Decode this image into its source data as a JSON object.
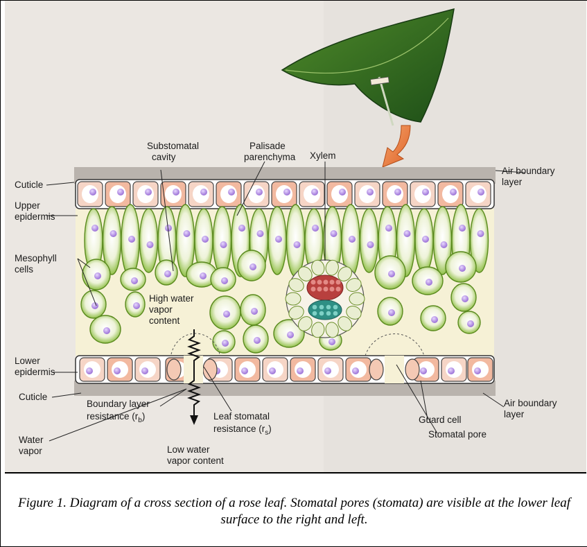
{
  "labels": {
    "substomatal": [
      "Substomatal",
      "cavity"
    ],
    "palisade": [
      "Palisade",
      "parenchyma"
    ],
    "xylem": "Xylem",
    "air_boundary_top": [
      "Air boundary",
      "layer"
    ],
    "cuticle_top": "Cuticle",
    "upper_epidermis": [
      "Upper",
      "epidermis"
    ],
    "mesophyll": [
      "Mesophyll",
      "cells"
    ],
    "high_water": [
      "High water",
      "vapor",
      "content"
    ],
    "lower_epidermis": [
      "Lower",
      "epidermis"
    ],
    "cuticle_bottom": "Cuticle",
    "boundary_resistance": [
      "Boundary layer",
      "resistance (r",
      "b",
      ")"
    ],
    "leaf_stomatal": [
      "Leaf stomatal",
      "resistance (r",
      "s",
      ")"
    ],
    "water_vapor": [
      "Water",
      "vapor"
    ],
    "low_water": [
      "Low water",
      "vapor content"
    ],
    "guard_cell": "Guard cell",
    "stomatal_pore": "Stomatal pore",
    "air_boundary_bottom": [
      "Air boundary",
      "layer"
    ]
  },
  "caption": "Figure 1. Diagram of a cross section of a rose leaf. Stomatal pores (stomata) are visible at the lower leaf surface to the right and left.",
  "colors": {
    "leaf_green": "#7db52a",
    "cell_pink": "#f2b9a0",
    "nucleus": "#b48be0",
    "airspace": "#f6f1d6",
    "xylem_red": "#b8403e",
    "phloem_teal": "#2f8f84"
  }
}
